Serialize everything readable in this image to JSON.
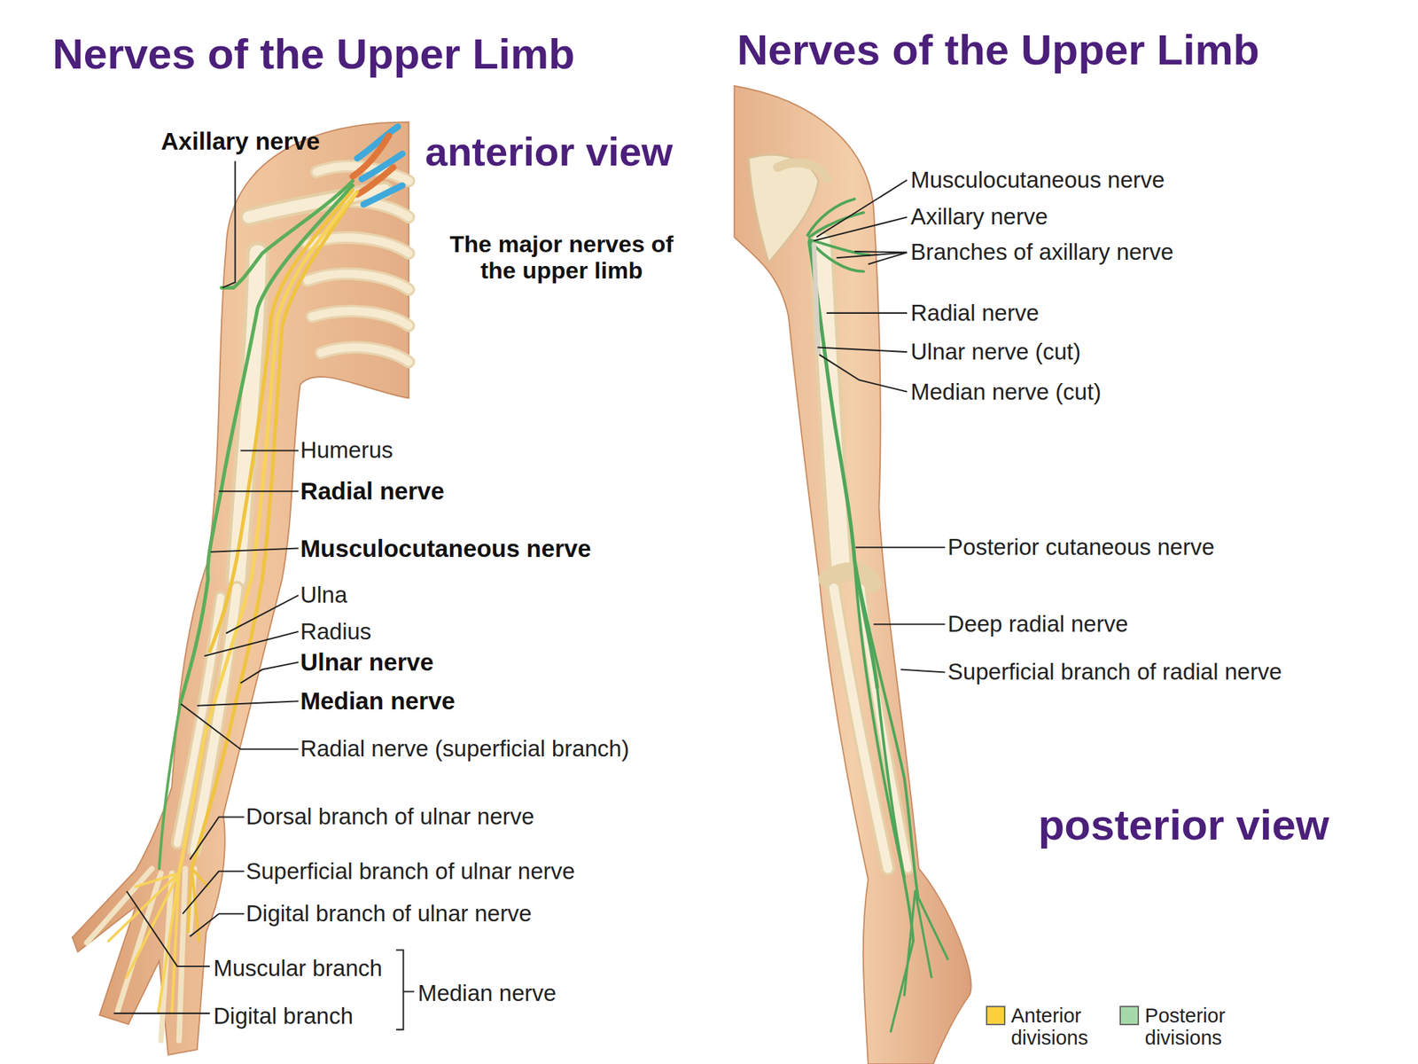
{
  "diagram": {
    "title": "Nerves of the Upper Limb",
    "labels": [
      "Nerves of the Upper Limb",
      "anterior view",
      "Axillary nerve",
      "The major nerves of the upper limb",
      "Humerus",
      "Radial nerve",
      "Musculocutaneous nerve",
      "Ulna",
      "Radius",
      "Ulnar nerve",
      "Median nerve",
      "Radial nerve (superficial branch)",
      "Dorsal branch of ulnar nerve",
      "Superficial branch of ulnar nerve",
      "Digital branch of ulnar nerve",
      "Muscular branch",
      "Digital branch",
      "Median nerve",
      "Musculocutaneous nerve",
      "Axillary nerve",
      "Branches of axillary nerve",
      "Radial nerve",
      "Ulnar nerve (cut)",
      "Median nerve (cut)",
      "Posterior cutaneous nerve",
      "Deep radial nerve",
      "Superficial branch of radial nerve",
      "posterior view"
    ],
    "legend": [
      {
        "text": "Anterior divisions",
        "color": "#fcd03a"
      },
      {
        "text": "Posterior divisions",
        "color": "#a6d9a9"
      }
    ]
  }
}
